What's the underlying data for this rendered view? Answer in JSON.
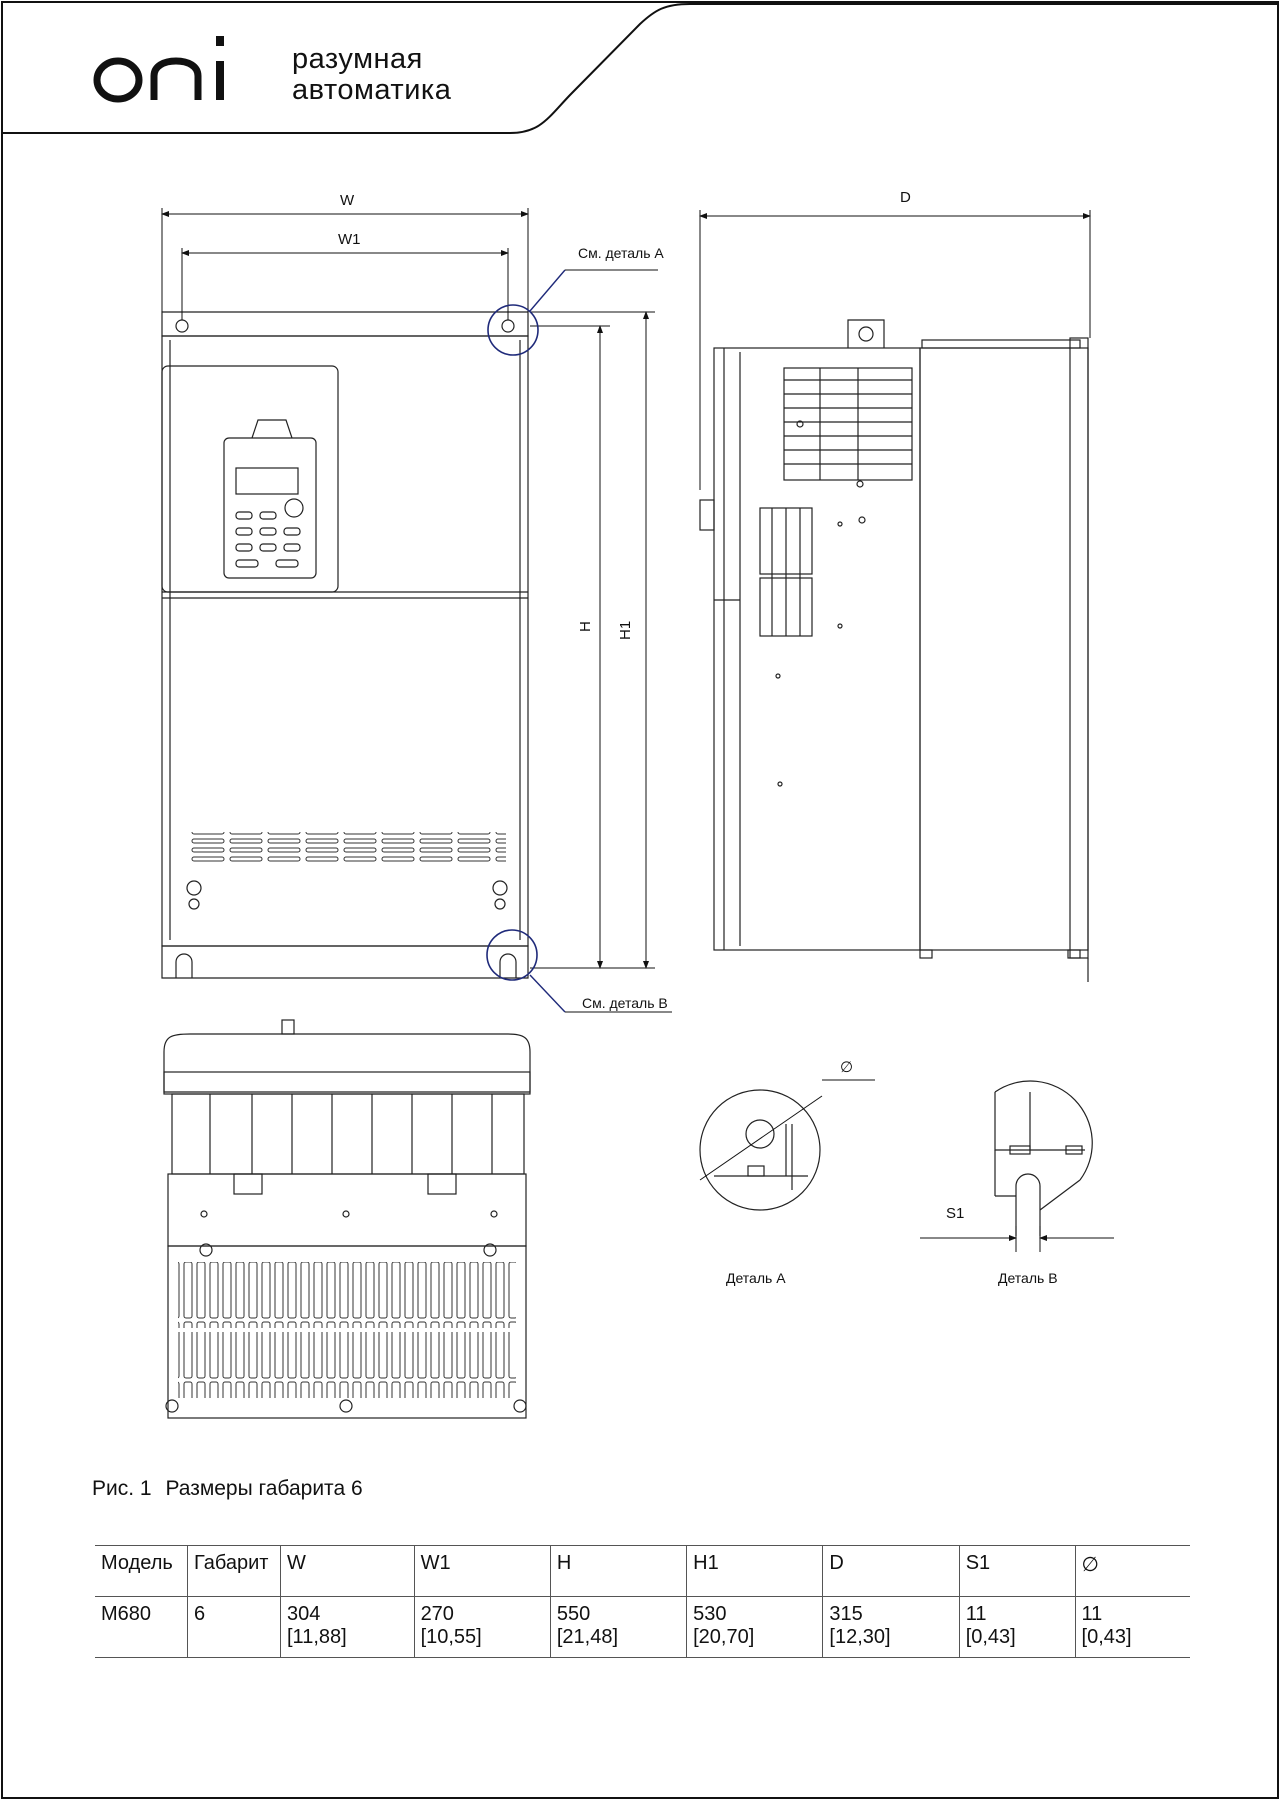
{
  "brand": {
    "logo_text": "oni",
    "tagline_line1": "разумная",
    "tagline_line2": "автоматика"
  },
  "drawing_labels": {
    "width": "W",
    "width1": "W1",
    "height": "H",
    "height1": "H1",
    "depth": "D",
    "see_detail_a": "См. деталь А",
    "see_detail_b": "См. деталь В",
    "detail_a": "Деталь А",
    "detail_b": "Деталь В",
    "slot_width": "S1",
    "diameter": "∅"
  },
  "caption": {
    "prefix": "Рис. 1",
    "text": "Размеры габарита 6"
  },
  "table": {
    "headers": [
      "Модель",
      "Габарит",
      "W",
      "W1",
      "H",
      "H1",
      "D",
      "S1",
      "∅"
    ],
    "rows": [
      {
        "model": "M680",
        "frame": "6",
        "values": [
          {
            "mm": "304",
            "inch": "[11,88]"
          },
          {
            "mm": "270",
            "inch": "[10,55]"
          },
          {
            "mm": "550",
            "inch": "[21,48]"
          },
          {
            "mm": "530",
            "inch": "[20,70]"
          },
          {
            "mm": "315",
            "inch": "[12,30]"
          },
          {
            "mm": "11",
            "inch": "[0,43]"
          },
          {
            "mm": "11",
            "inch": "[0,43]"
          }
        ]
      }
    ]
  },
  "colors": {
    "line": "#1a1a1a",
    "callout": "#1f2a7a",
    "panel": "#ffffff"
  }
}
